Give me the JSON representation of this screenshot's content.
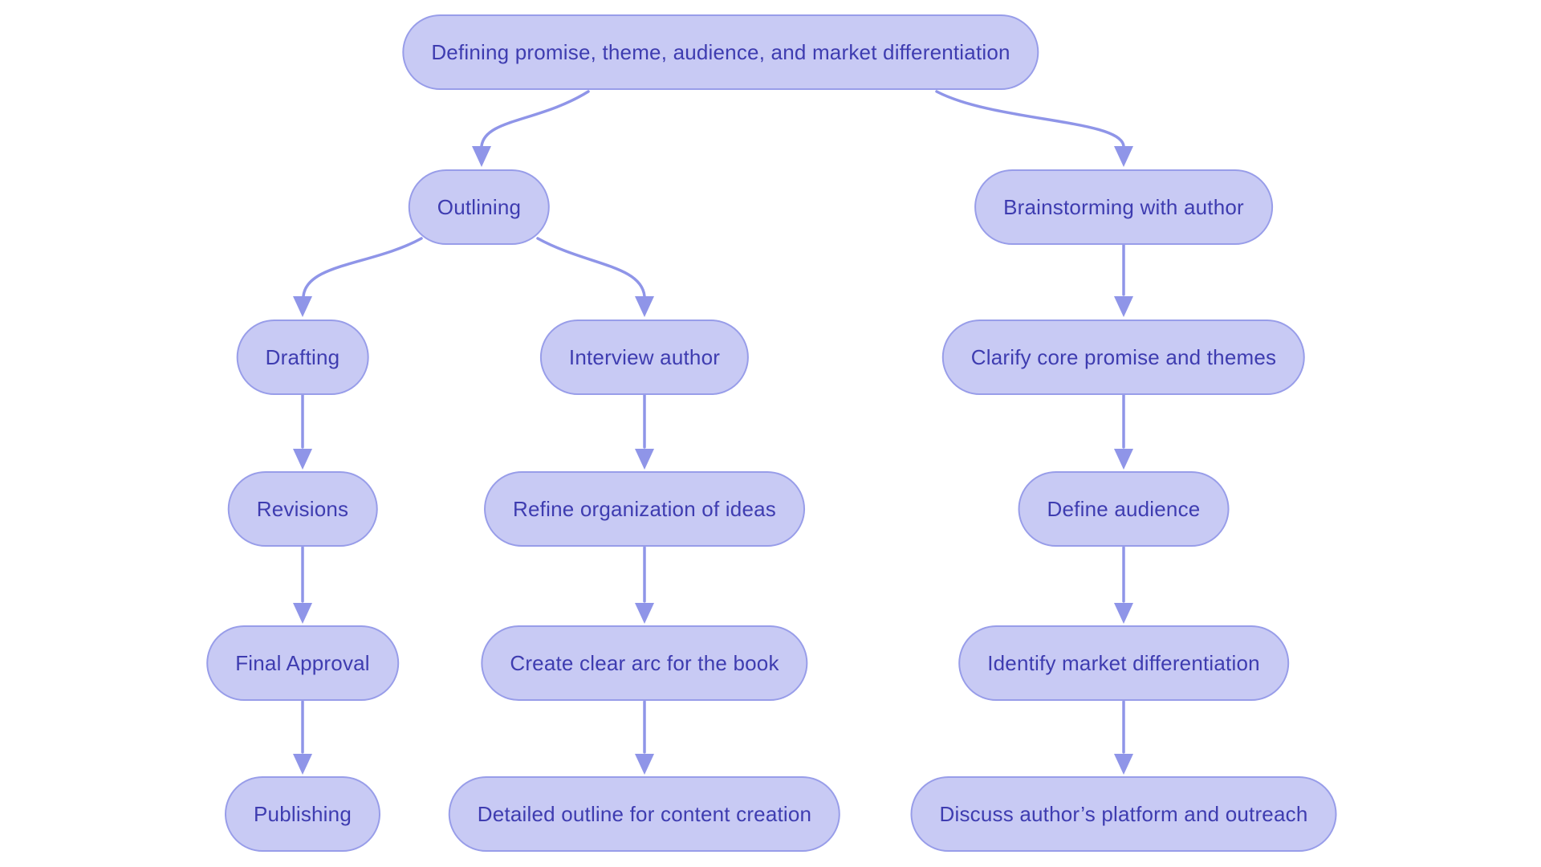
{
  "diagram": {
    "type": "flowchart",
    "colors": {
      "background": "#ffffff",
      "node_fill": "#c8caf4",
      "node_border": "#989de9",
      "node_text": "#3e3cb0",
      "edge": "#8f95e8"
    },
    "nodes": {
      "root": {
        "label": "Defining promise, theme, audience, and market differentiation"
      },
      "outlining": {
        "label": "Outlining"
      },
      "brainstorming": {
        "label": "Brainstorming with author"
      },
      "drafting": {
        "label": "Drafting"
      },
      "interview_author": {
        "label": "Interview author"
      },
      "clarify_promise": {
        "label": "Clarify core promise and themes"
      },
      "revisions": {
        "label": "Revisions"
      },
      "refine_organization": {
        "label": "Refine organization of ideas"
      },
      "define_audience": {
        "label": "Define audience"
      },
      "final_approval": {
        "label": "Final Approval"
      },
      "create_arc": {
        "label": "Create clear arc for the book"
      },
      "identify_market": {
        "label": "Identify market differentiation"
      },
      "publishing": {
        "label": "Publishing"
      },
      "detailed_outline": {
        "label": "Detailed outline for content creation"
      },
      "discuss_platform": {
        "label": "Discuss author’s platform and outreach"
      }
    },
    "edges": [
      {
        "from": "root",
        "to": "outlining"
      },
      {
        "from": "root",
        "to": "brainstorming"
      },
      {
        "from": "outlining",
        "to": "drafting"
      },
      {
        "from": "outlining",
        "to": "interview_author"
      },
      {
        "from": "brainstorming",
        "to": "clarify_promise"
      },
      {
        "from": "drafting",
        "to": "revisions"
      },
      {
        "from": "revisions",
        "to": "final_approval"
      },
      {
        "from": "final_approval",
        "to": "publishing"
      },
      {
        "from": "interview_author",
        "to": "refine_organization"
      },
      {
        "from": "refine_organization",
        "to": "create_arc"
      },
      {
        "from": "create_arc",
        "to": "detailed_outline"
      },
      {
        "from": "clarify_promise",
        "to": "define_audience"
      },
      {
        "from": "define_audience",
        "to": "identify_market"
      },
      {
        "from": "identify_market",
        "to": "discuss_platform"
      }
    ]
  }
}
